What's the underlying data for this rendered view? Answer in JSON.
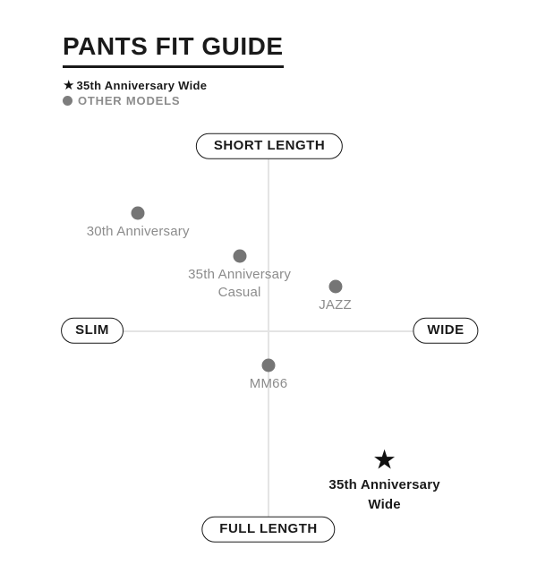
{
  "chart_data": {
    "type": "scatter",
    "title": "PANTS FIT GUIDE",
    "axes": {
      "top_label": "SHORT LENGTH",
      "bottom_label": "FULL LENGTH",
      "left_label": "SLIM",
      "right_label": "WIDE",
      "x_range": [
        -1,
        1
      ],
      "y_range": [
        -1,
        1
      ],
      "grid": false
    },
    "legend": [
      {
        "marker": "star",
        "label": "35th Anniversary Wide"
      },
      {
        "marker": "dot",
        "label": "OTHER MODELS"
      }
    ],
    "points": [
      {
        "name": "30th Anniversary",
        "marker": "dot",
        "x": -0.9,
        "y": 0.66,
        "label_lines": [
          "30th Anniversary"
        ]
      },
      {
        "name": "35th Anniversary Casual",
        "marker": "dot",
        "x": -0.2,
        "y": 0.42,
        "label_lines": [
          "35th Anniversary",
          "Casual"
        ]
      },
      {
        "name": "JAZZ",
        "marker": "dot",
        "x": 0.46,
        "y": 0.25,
        "label_lines": [
          "JAZZ"
        ]
      },
      {
        "name": "MM66",
        "marker": "dot",
        "x": 0.0,
        "y": -0.19,
        "label_lines": [
          "MM66"
        ]
      },
      {
        "name": "35th Anniversary Wide",
        "marker": "star",
        "x": 0.8,
        "y": -0.73,
        "label_lines": [
          "35th Anniversary",
          "Wide"
        ]
      }
    ],
    "colors": {
      "dot": "#757575",
      "star": "#111111",
      "dot_label": "#8c8c8c",
      "star_label": "#1a1a1a",
      "axis_line": "#e4e4e4",
      "pill_border": "#1a1a1a",
      "title": "#1a1a1a",
      "background": "#ffffff"
    }
  }
}
